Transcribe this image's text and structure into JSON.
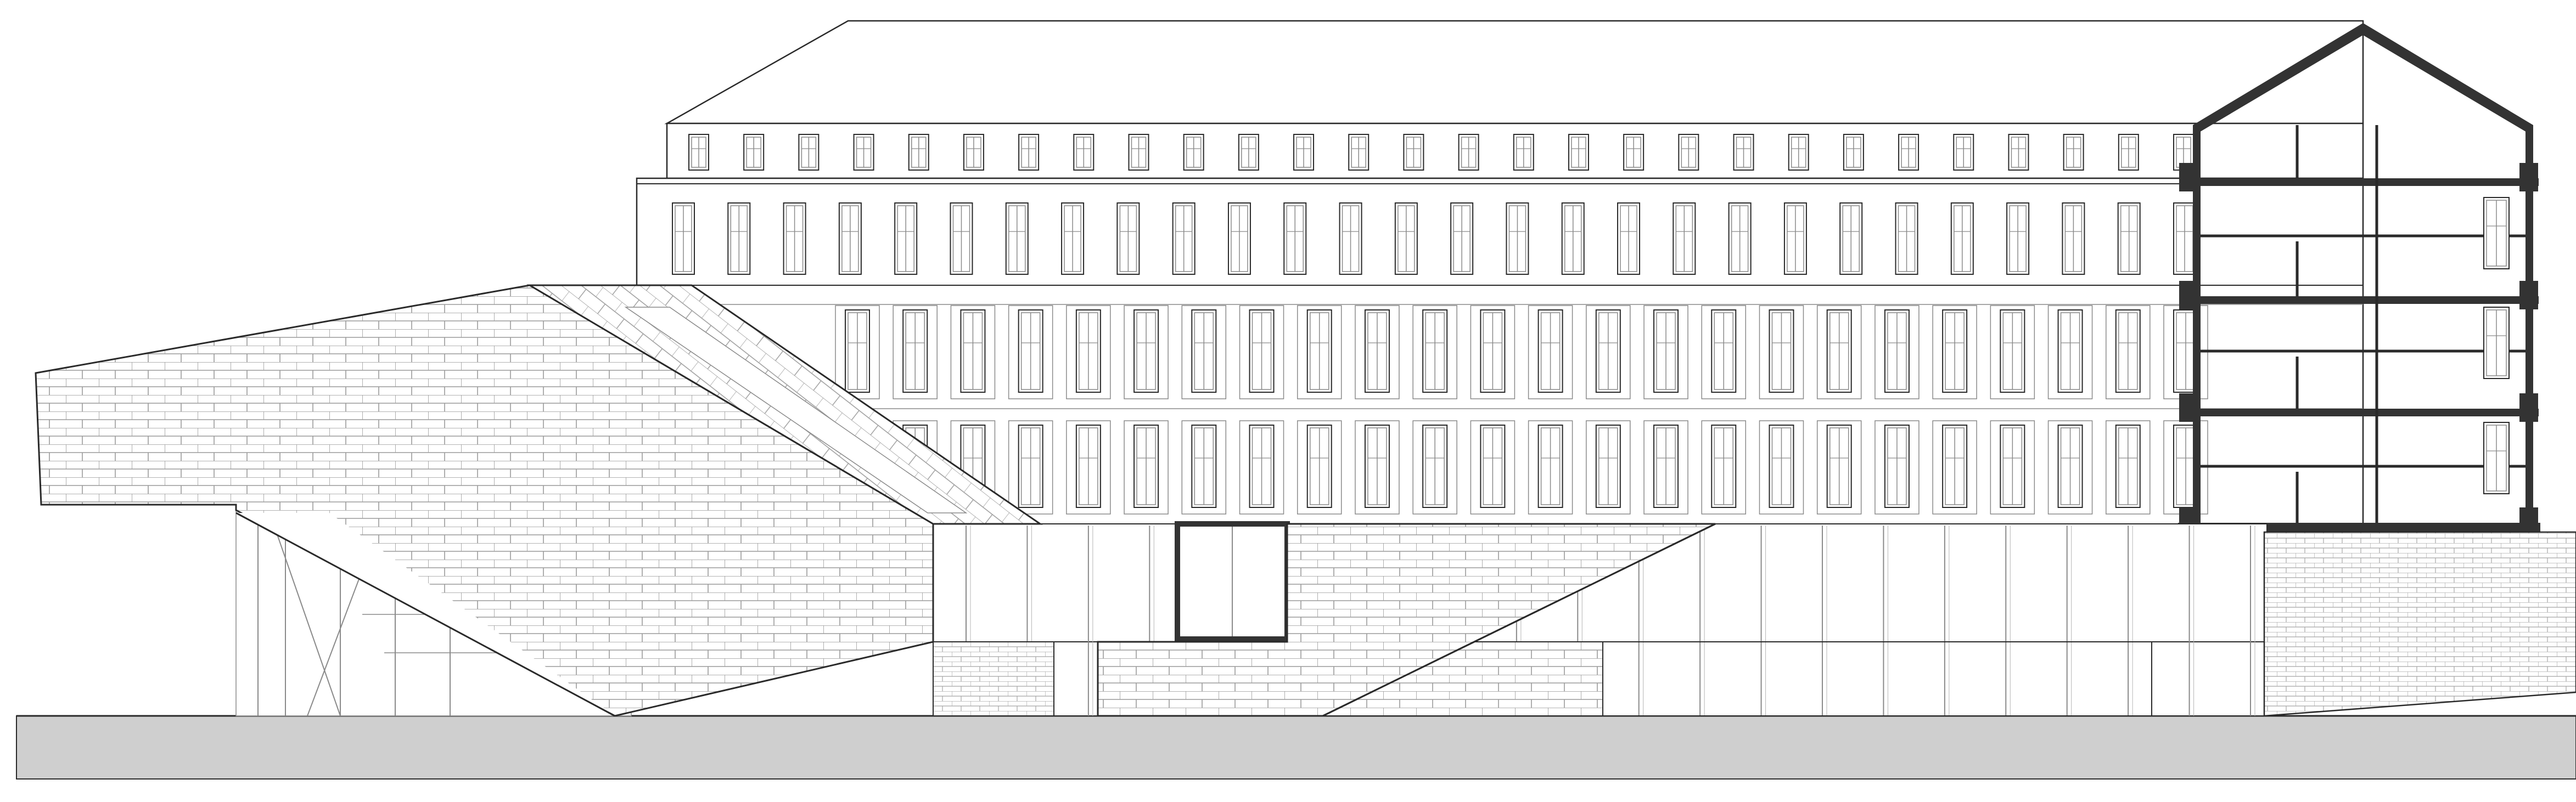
{
  "drawing": {
    "type": "architectural-elevation-section",
    "colors": {
      "background": "#ffffff",
      "line": "#2a2a2a",
      "fine_line": "#8a8a8a",
      "section_fill": "#333333",
      "ground": "#cfcfcf",
      "tile_line": "#9a9a9a"
    },
    "historic_building": {
      "attic_windows": 28,
      "upper_windows": 28,
      "arched_windows_row1": 24,
      "arched_windows_row2": 24,
      "section_floors": 5
    },
    "annex": {
      "roof_material": "shingle",
      "glazed_mullions": 22
    }
  }
}
